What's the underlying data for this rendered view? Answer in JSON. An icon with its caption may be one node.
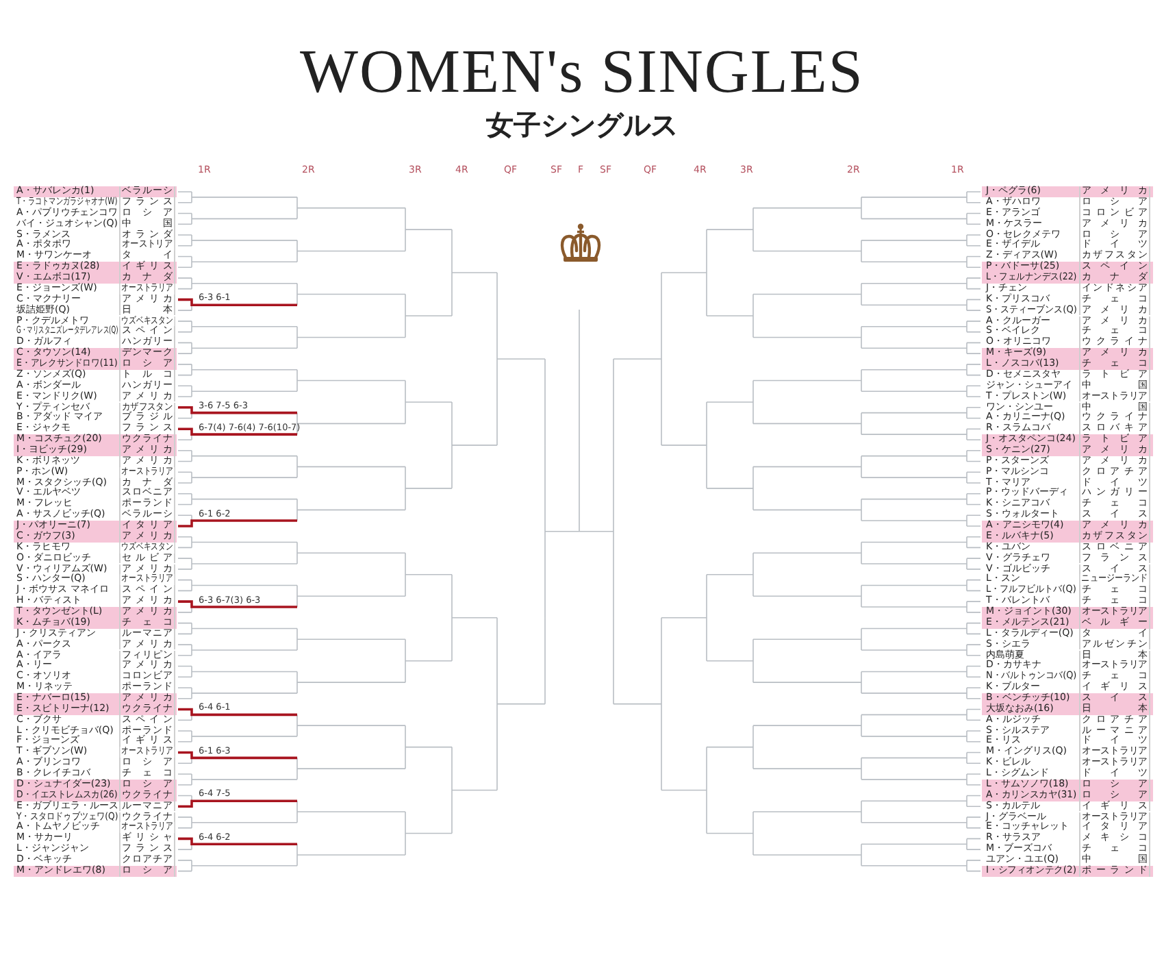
{
  "diagram": {
    "title": "WOMEN's SINGLES",
    "labels": [
      "女子シングルス",
      "1R",
      "2R",
      "3R",
      "4R",
      "QF",
      "SF",
      "F",
      "SF",
      "QF",
      "4R",
      "3R",
      "2R",
      "1R",
      "A・サバレンカ(1)",
      "ベラルーシ",
      "T・ラコトマンガラジャオナ(W)",
      "フランス",
      "A・パブリウチェンコワ",
      "ロシア",
      "バイ・ジュオシャン(Q)",
      "中国",
      "S・ラメンス",
      "オランダ",
      "A・ポタポワ",
      "オーストリア",
      "M・サワンケーオ",
      "タイ",
      "E・ラドゥカヌ(28)",
      "イギリス",
      "V・エムボコ(17)",
      "カナダ",
      "E・ジョーンズ(W)",
      "オーストラリア",
      "C・マクナリー",
      "アメリカ",
      "坂詰姫野(Q)",
      "日本",
      "P・クデルメトワ",
      "ウズベキスタン",
      "G・マリスタニズレータデレアレス(Q)",
      "スペイン",
      "D・ガルフィ",
      "ハンガリー",
      "C・タウソン(14)",
      "デンマーク",
      "E・アレクサンドロワ(11)",
      "ロシア",
      "Z・ソンメズ(Q)",
      "トルコ",
      "A・ボンダール",
      "ハンガリー",
      "E・マンドリク(W)",
      "アメリカ",
      "Y・プティンセバ",
      "カザフスタン",
      "B・アダッド マイア",
      "ブラジル",
      "E・ジャクモ",
      "フランス",
      "M・コスチュク(20)",
      "ウクライナ",
      "I・ヨビッチ(29)",
      "アメリカ",
      "K・ボリネッツ",
      "アメリカ",
      "P・ホン(W)",
      "オーストラリア",
      "M・スタクシッチ(Q)",
      "カナダ",
      "V・エルヤベツ",
      "スロベニア",
      "M・フレッヒ",
      "ポーランド",
      "A・サスノビッチ(Q)",
      "ベラルーシ",
      "J・パオリーニ(7)",
      "イタリア",
      "C・ガウフ(3)",
      "アメリカ",
      "K・ラヒモワ",
      "ウズベキスタン",
      "O・ダニロビッチ",
      "セルビア",
      "V・ウィリアムズ(W)",
      "アメリカ",
      "S・ハンター(Q)",
      "オーストラリア",
      "J・ボウサス マネイロ",
      "スペイン",
      "H・バティスト",
      "アメリカ",
      "T・タウンゼント(L)",
      "アメリカ",
      "K・ムチョバ(19)",
      "チェコ",
      "J・クリスティアン",
      "ルーマニア",
      "A・パークス",
      "アメリカ",
      "A・イアラ",
      "フィリピン",
      "A・リー",
      "アメリカ",
      "C・オソリオ",
      "コロンビア",
      "M・リネッテ",
      "ポーランド",
      "E・ナバーロ(15)",
      "アメリカ",
      "E・スビトリーナ(12)",
      "ウクライナ",
      "C・ブクサ",
      "スペイン",
      "L・クリモビチョバ(Q)",
      "ポーランド",
      "F・ジョーンズ",
      "イギリス",
      "T・ギブソン(W)",
      "オーストラリア",
      "A・ブリンコワ",
      "ロシア",
      "B・クレイチコバ",
      "チェコ",
      "D・シュナイダー(23)",
      "ロシア",
      "D・イエストレムスカ(26)",
      "ウクライナ",
      "E・ガブリエラ・ルース",
      "ルーマニア",
      "Y・スタロドゥブツェワ(Q)",
      "ウクライナ",
      "A・トムヤノビッチ",
      "オーストラリア",
      "M・サカーリ",
      "ギリシャ",
      "L・ジャンジャン",
      "フランス",
      "D・ベキッチ",
      "クロアチア",
      "M・アンドレエワ(8)",
      "ロシア",
      "6-3 6-1",
      "3-6 7-5 6-3",
      "6-7(4) 7-6(4) 7-6(10-7)",
      "6-1 6-2",
      "6-3 6-7(3) 6-3",
      "6-4 6-1",
      "6-1 6-3",
      "6-4 7-5",
      "6-4 6-2",
      "J・ペグラ(6)",
      "アメリカ",
      "A・ザハロワ",
      "ロシア",
      "E・アランゴ",
      "コロンビア",
      "M・ケスラー",
      "アメリカ",
      "O・セレクメテワ",
      "ロシア",
      "E・ザイデル",
      "ドイツ",
      "Z・ディアス(W)",
      "カザフスタン",
      "P・バドーサ(25)",
      "スペイン",
      "L・フェルナンデス(22)",
      "カナダ",
      "J・チェン",
      "インドネシア",
      "K・プリスコバ",
      "チェコ",
      "S・スティーブンス(Q)",
      "アメリカ",
      "A・クルーガー",
      "アメリカ",
      "S・ベイレク",
      "チェコ",
      "O・オリニコワ",
      "ウクライナ",
      "M・キーズ(9)",
      "アメリカ",
      "L・ノスコバ(13)",
      "チェコ",
      "D・セメニスタヤ",
      "ラトビア",
      "ジャン・シューアイ",
      "中国",
      "T・プレストン(W)",
      "オーストラリア",
      "ワン・シンユー",
      "中国",
      "A・カリニーナ(Q)",
      "ウクライナ",
      "R・スラムコバ",
      "スロバキア",
      "J・オスタペンコ(24)",
      "ラトビア",
      "S・ケニン(27)",
      "アメリカ",
      "P・スターンズ",
      "アメリカ",
      "P・マルシンコ",
      "クロアチア",
      "T・マリア",
      "ドイツ",
      "P・ウッドバーディ",
      "ハンガリー",
      "K・シニアコバ",
      "チェコ",
      "S・ウォルタート",
      "スイス",
      "A・アニシモワ(4)",
      "アメリカ",
      "E・ルバキナ(5)",
      "カザフスタン",
      "K・ユバン",
      "スロベニア",
      "V・グラチェワ",
      "フランス",
      "V・ゴルビッチ",
      "スイス",
      "L・スン",
      "ニュージーランド",
      "L・フルフビルトバ(Q)",
      "チェコ",
      "T・バレントバ",
      "チェコ",
      "M・ジョイント(30)",
      "オーストラリア",
      "E・メルテンス(21)",
      "ベルギー",
      "L・タラルディー(Q)",
      "タイ",
      "S・シエラ",
      "アルゼンチン",
      "内島萌夏",
      "日本",
      "D・カサキナ",
      "オーストラリア",
      "N・バルトゥンコバ(Q)",
      "チェコ",
      "K・ブルター",
      "イギリス",
      "B・ベンチッチ(10)",
      "スイス",
      "大坂なおみ(16)",
      "日本",
      "A・ルジッチ",
      "クロアチア",
      "S・シルステア",
      "ルーマニア",
      "E・リス",
      "ドイツ",
      "M・イングリス(Q)",
      "オーストラリア",
      "K・ビレル",
      "オーストラリア",
      "L・シグムンド",
      "ドイツ",
      "L・サムソノワ(18)",
      "ロシア",
      "A・カリンスカヤ(31)",
      "ロシア",
      "S・カルテル",
      "イギリス",
      "J・グラベール",
      "オーストラリア",
      "E・コッチャレット",
      "イタリア",
      "R・サラスア",
      "メキシコ",
      "M・ブーズコバ",
      "チェコ",
      "ユアン・ユエ(Q)",
      "中国",
      "I・シフィオンテク(2)",
      "ポーランド"
    ]
  }
}
